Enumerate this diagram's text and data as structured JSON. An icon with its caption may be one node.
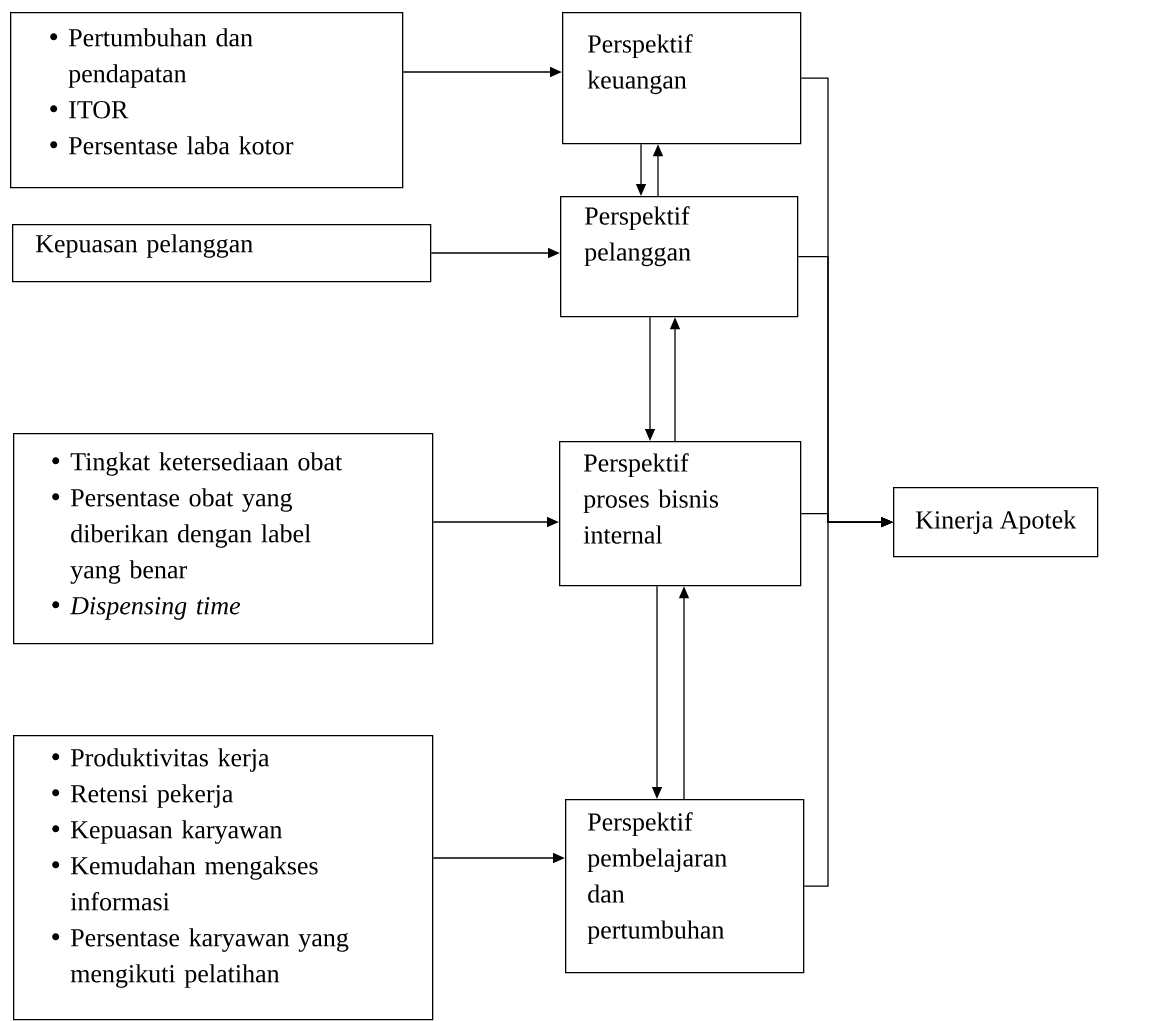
{
  "diagram": {
    "nodes": [
      {
        "text": [
          "Pertumbuhan dan pendapatan",
          "ITOR",
          "Persentase laba kotor"
        ]
      },
      {
        "text": [
          "Perspektif keuangan"
        ]
      },
      {
        "text": [
          "Kepuasan pelanggan"
        ]
      },
      {
        "text": [
          "Perspektif pelanggan"
        ]
      },
      {
        "text": [
          "Tingkat ketersediaan obat",
          "Persentase obat yang diberikan dengan label yang benar",
          "Dispensing time"
        ]
      },
      {
        "text": [
          "Perspektif proses bisnis internal"
        ]
      },
      {
        "text": [
          "Produktivitas kerja",
          "Retensi pekerja",
          "Kepuasan karyawan",
          "Kemudahan mengakses informasi",
          "Persentase karyawan yang mengikuti pelatihan"
        ]
      },
      {
        "text": [
          "Perspektif pembelajaran dan pertumbuhan"
        ]
      },
      {
        "text": [
          "Kinerja Apotek"
        ]
      }
    ],
    "edges": [
      {
        "from": 0,
        "to": 1,
        "arrow": "to"
      },
      {
        "from": 2,
        "to": 3,
        "arrow": "to"
      },
      {
        "from": 4,
        "to": 5,
        "arrow": "to"
      },
      {
        "from": 6,
        "to": 7,
        "arrow": "to"
      },
      {
        "from": 1,
        "to": 3,
        "arrow": "to"
      },
      {
        "from": 3,
        "to": 1,
        "arrow": "to"
      },
      {
        "from": 3,
        "to": 5,
        "arrow": "to"
      },
      {
        "from": 5,
        "to": 3,
        "arrow": "to"
      },
      {
        "from": 5,
        "to": 7,
        "arrow": "to"
      },
      {
        "from": 7,
        "to": 5,
        "arrow": "to"
      },
      {
        "from": 1,
        "to": 8,
        "arrow": "to"
      },
      {
        "from": 3,
        "to": 8,
        "arrow": "to"
      },
      {
        "from": 5,
        "to": 8,
        "arrow": "to"
      },
      {
        "from": 7,
        "to": 8,
        "arrow": "to"
      }
    ]
  }
}
